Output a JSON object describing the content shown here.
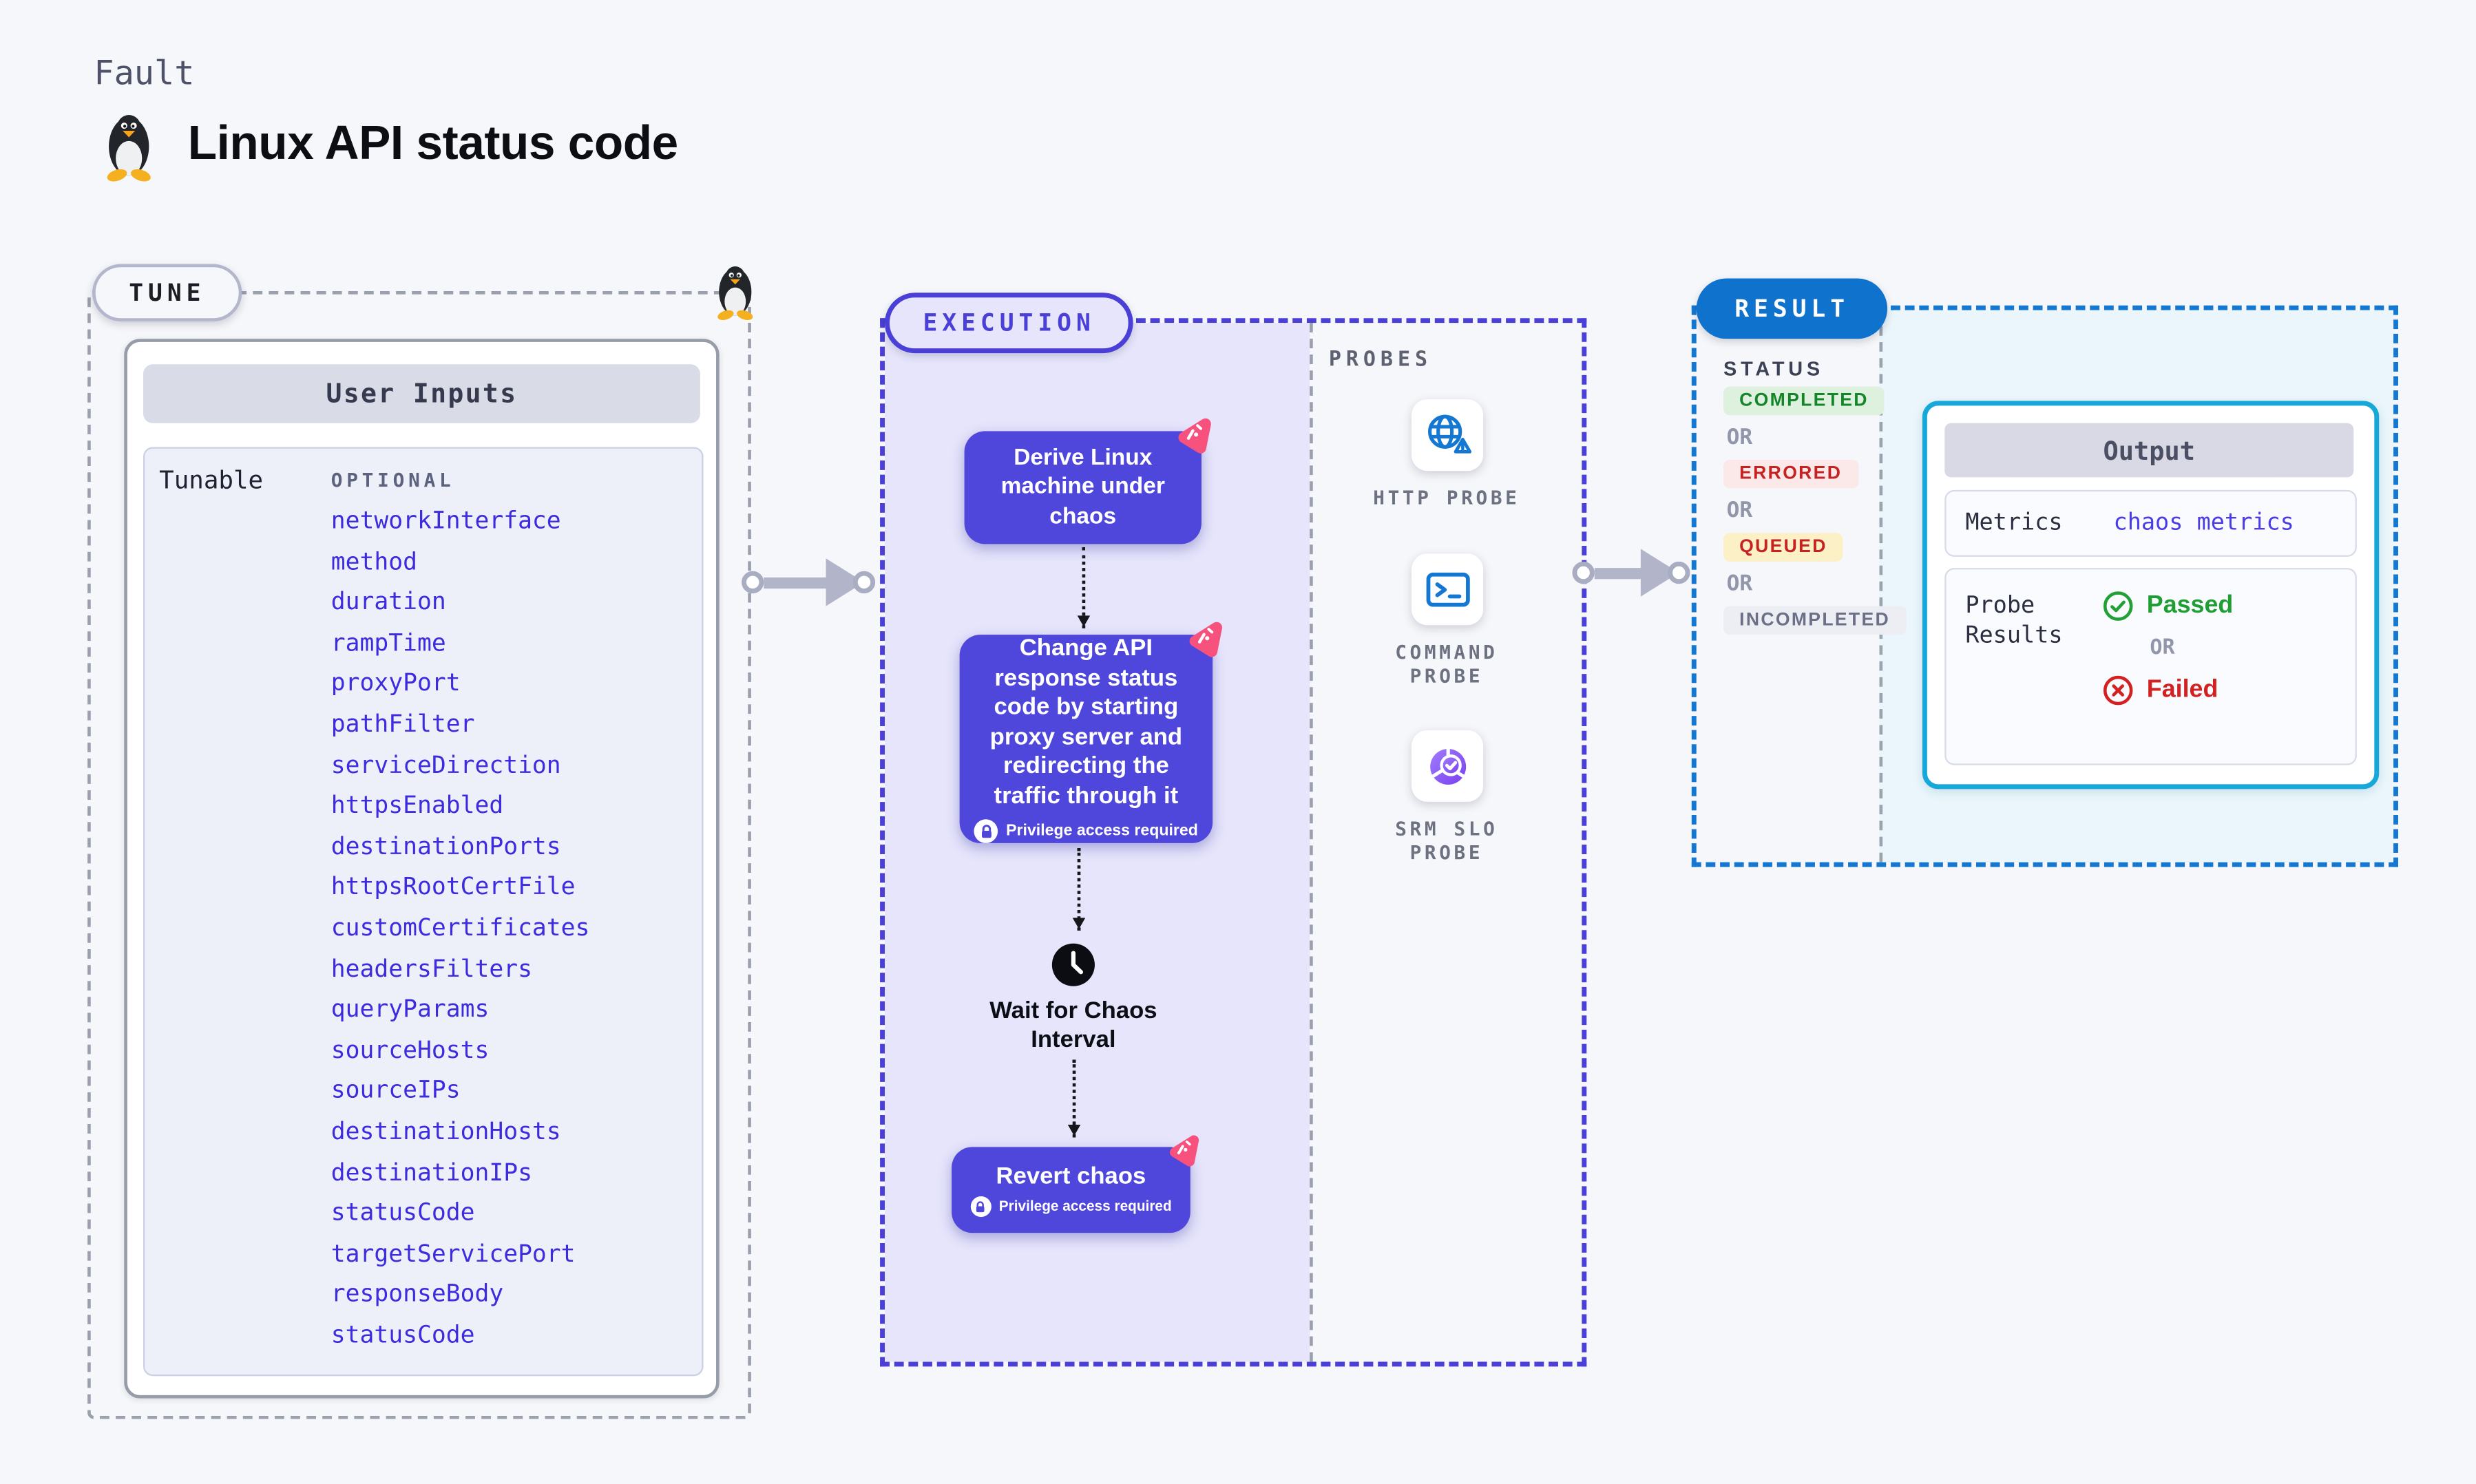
{
  "page": {
    "eyebrow": "Fault",
    "title": "Linux API status code",
    "background": "#f6f7fa"
  },
  "tune": {
    "label": "TUNE",
    "table_title": "User Inputs",
    "row_label": "Tunable",
    "column_header": "OPTIONAL",
    "params": [
      "networkInterface",
      "method",
      "duration",
      "rampTime",
      "proxyPort",
      "pathFilter",
      "serviceDirection",
      "httpsEnabled",
      "destinationPorts",
      "httpsRootCertFile",
      "customCertificates",
      "headersFilters",
      "queryParams",
      "sourceHosts",
      "sourceIPs",
      "destinationHosts",
      "destinationIPs",
      "statusCode",
      "targetServicePort",
      "responseBody",
      "statusCode"
    ]
  },
  "execution": {
    "label": "EXECUTION",
    "step1": "Derive Linux machine under chaos",
    "step2": "Change API response status code by starting proxy server and redirecting the traffic through it",
    "wait": "Wait for Chaos Interval",
    "revert": "Revert chaos",
    "privilege_note": "Privilege access required"
  },
  "probes": {
    "label": "PROBES",
    "items": [
      {
        "name": "HTTP PROBE",
        "icon": "globe-alert-icon"
      },
      {
        "name": "COMMAND PROBE",
        "icon": "terminal-icon"
      },
      {
        "name": "SRM SLO PROBE",
        "icon": "slo-donut-icon"
      }
    ]
  },
  "result": {
    "label": "RESULT",
    "status_label": "STATUS",
    "or_label": "OR",
    "statuses": [
      {
        "label": "COMPLETED",
        "bg": "#def0de",
        "color": "#15852a"
      },
      {
        "label": "ERRORED",
        "bg": "#fbe9e9",
        "color": "#c62222"
      },
      {
        "label": "QUEUED",
        "bg": "#fcf0c7",
        "color": "#c62222"
      },
      {
        "label": "INCOMPLETED",
        "bg": "#edeef4",
        "color": "#6b7087"
      }
    ],
    "output": {
      "title": "Output",
      "metrics_label": "Metrics",
      "metrics_value": "chaos metrics",
      "probe_results_label": "Probe Results",
      "passed_label": "Passed",
      "failed_label": "Failed"
    }
  },
  "colors": {
    "accent_indigo": "#4a3fd6",
    "node_purple": "#4f46dc",
    "param_link_blue": "#3d2cdf",
    "result_blue": "#0f72cd",
    "result_dash_blue": "#1478d2",
    "output_border_cyan": "#17a8da",
    "probe_icon_blue": "#1478d2",
    "chaos_flag_pink": "#f7527e",
    "passed_green": "#21a038",
    "failed_red": "#d32121",
    "execution_fill": "#e6e5fb",
    "result_fill": "#eaf6fb"
  }
}
